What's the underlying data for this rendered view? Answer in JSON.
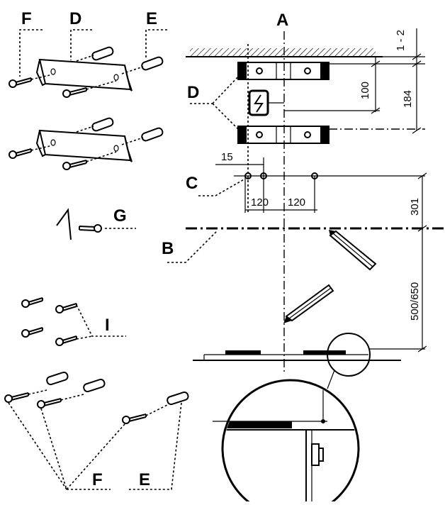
{
  "labels": {
    "a": "A",
    "b": "B",
    "c": "C",
    "d_top": "D",
    "d_mid": "D",
    "e_top": "E",
    "e_bottom": "E",
    "f_top": "F",
    "f_bottom": "F",
    "g": "G",
    "i": "I"
  },
  "dimensions": {
    "gap_top": "1 - 2",
    "bracket_spacing": "100",
    "bracket_total": "184",
    "offset_left": "15",
    "hole_left": "120",
    "hole_right": "120",
    "to_line_b": "301",
    "to_hob": "500/650"
  }
}
